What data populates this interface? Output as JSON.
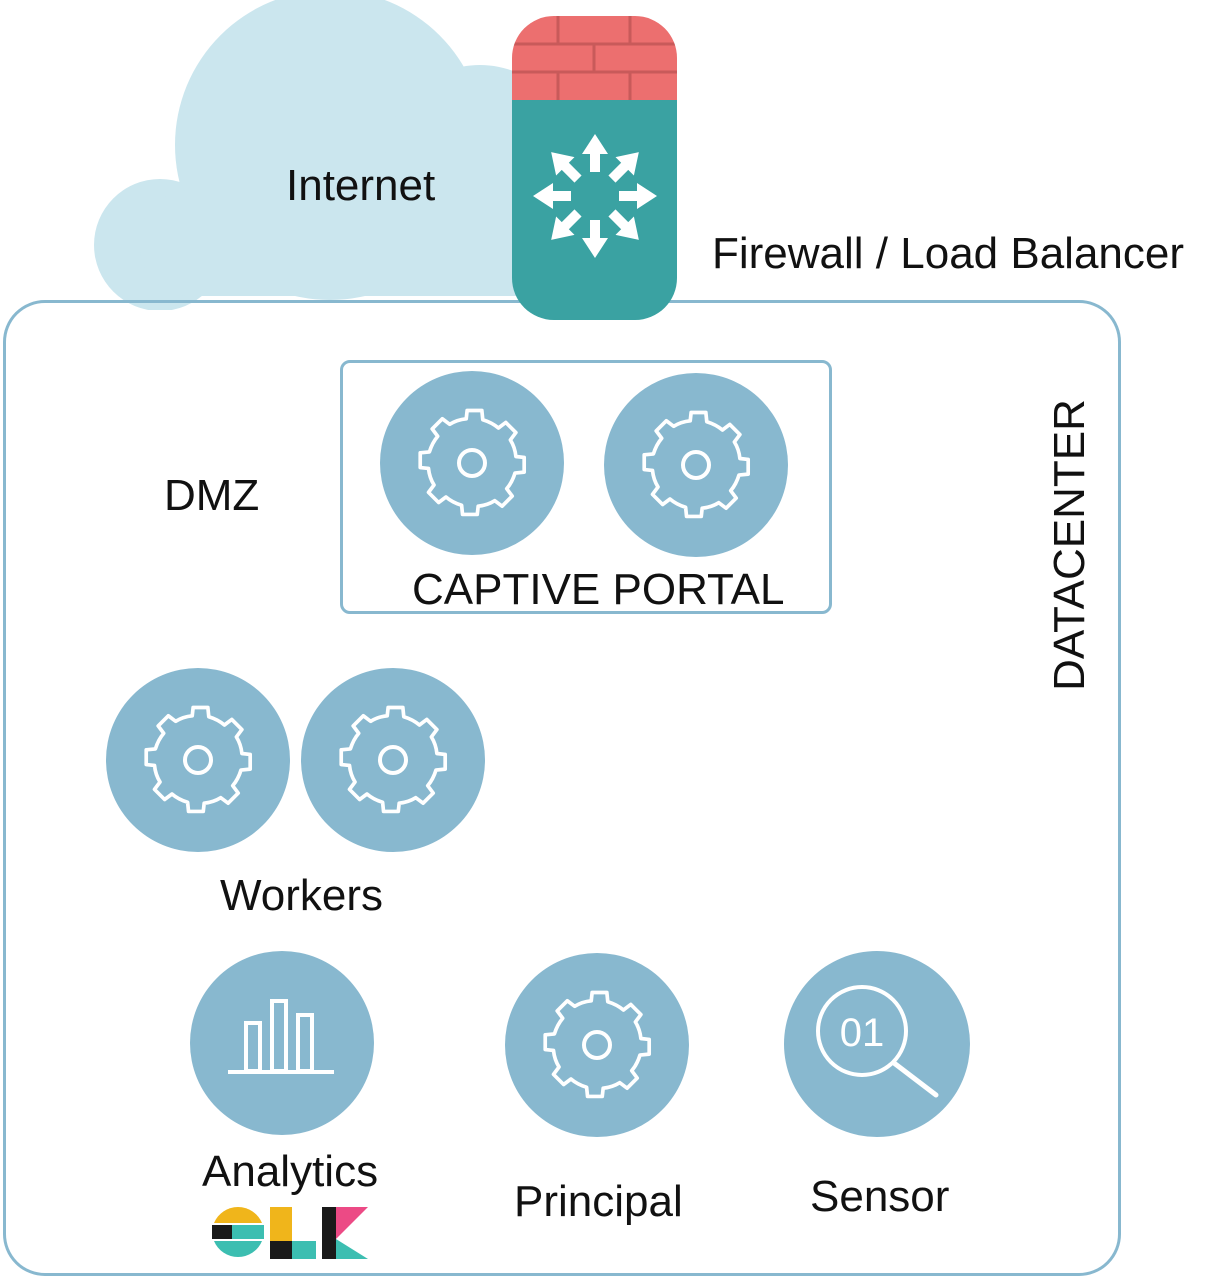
{
  "labels": {
    "internet": "Internet",
    "firewall": "Firewall / Load Balancer",
    "dmz": "DMZ",
    "captive_portal": "CAPTIVE PORTAL",
    "datacenter": "DATACENTER",
    "workers": "Workers",
    "analytics": "Analytics",
    "principal": "Principal",
    "sensor": "Sensor",
    "sensor_icon_text": "01"
  },
  "logo": {
    "name": "elk-logo",
    "text": "ELK"
  },
  "colors": {
    "cloud": "#cbe6ee",
    "node": "#88b8cf",
    "firewall_brick": "#ec6f6f",
    "firewall_body": "#3aa2a2",
    "icon_stroke": "#ffffff"
  }
}
